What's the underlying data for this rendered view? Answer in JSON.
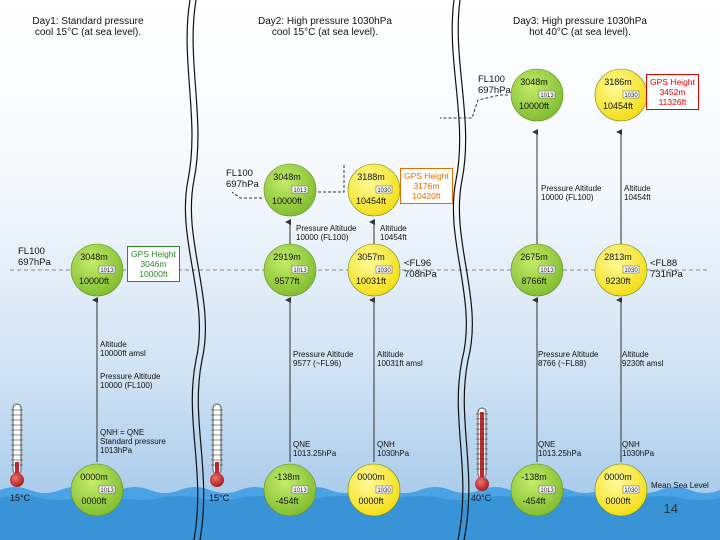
{
  "panels": [
    {
      "title_line1": "Day1: Standard pressure",
      "title_line2": "cool 15°C (at sea level)."
    },
    {
      "title_line1": "Day2: High pressure 1030hPa",
      "title_line2": "cool 15°C (at sea level)."
    },
    {
      "title_line1": "Day3: High pressure 1030hPa",
      "title_line2": "hot 40°C (at sea level)."
    }
  ],
  "circles": [
    {
      "top": "3048m",
      "mid": "1013",
      "bottom": "10000ft",
      "color": "green"
    },
    {
      "top": "0000m",
      "mid": "1013",
      "bottom": "0000ft",
      "color": "green"
    },
    {
      "top": "3048m",
      "mid": "1013",
      "bottom": "10000ft",
      "color": "green"
    },
    {
      "top": "2919m",
      "mid": "1013",
      "bottom": "9577ft",
      "color": "green"
    },
    {
      "top": "-138m",
      "mid": "1013",
      "bottom": "-454ft",
      "color": "green"
    },
    {
      "top": "3188m",
      "mid": "1030",
      "bottom": "10454ft",
      "color": "yellow"
    },
    {
      "top": "3057m",
      "mid": "1030",
      "bottom": "10031ft",
      "color": "yellow"
    },
    {
      "top": "0000m",
      "mid": "1030",
      "bottom": "0000ft",
      "color": "yellow"
    },
    {
      "top": "3048m",
      "mid": "1013",
      "bottom": "10000ft",
      "color": "green"
    },
    {
      "top": "2675m",
      "mid": "1013",
      "bottom": "8766ft",
      "color": "green"
    },
    {
      "top": "-138m",
      "mid": "1013",
      "bottom": "-454ft",
      "color": "green"
    },
    {
      "top": "3186m",
      "mid": "1030",
      "bottom": "10454ft",
      "color": "yellow"
    },
    {
      "top": "2813m",
      "mid": "1030",
      "bottom": "9230ft",
      "color": "yellow"
    },
    {
      "top": "0000m",
      "mid": "1030",
      "bottom": "0000ft",
      "color": "yellow"
    }
  ],
  "fl_labels": {
    "d1": {
      "l1": "FL100",
      "l2": "697hPa"
    },
    "d2": {
      "l1": "FL100",
      "l2": "697hPa"
    },
    "d3": {
      "l1": "FL100",
      "l2": "697hPa"
    },
    "fl96": {
      "l1": "<FL96",
      "l2": "708hPa"
    },
    "fl88": {
      "l1": "<FL88",
      "l2": "731hPa"
    }
  },
  "gps_boxes": {
    "d1": {
      "l1": "GPS Height",
      "l2": "3046m",
      "l3": "10000ft"
    },
    "d2": {
      "l1": "GPS Height",
      "l2": "3176m",
      "l3": "10420ft"
    },
    "d3": {
      "l1": "GPS Height",
      "l2": "3452m",
      "l3": "11326ft"
    }
  },
  "annotations": {
    "d1_altitude": [
      "Altitude",
      "10000ft amsl"
    ],
    "d1_pressure_alt": [
      "Pressure Altitude",
      "10000 (FL100)"
    ],
    "d1_qnh": [
      "QNH = QNE",
      "Standard pressure",
      "1013hPa"
    ],
    "d2_pressure_alt_top": [
      "Pressure Altitude",
      "10000 (FL100)"
    ],
    "d2_altitude_top": [
      "Altitude",
      "10454ft"
    ],
    "d2_pressure_alt": [
      "Pressure Altitude",
      "9577 (~FL96)"
    ],
    "d2_altitude": [
      "Altitude",
      "10031ft amsl"
    ],
    "d2_qne": [
      "QNE",
      "1013.25hPa"
    ],
    "d2_qnh": [
      "QNH",
      "1030hPa"
    ],
    "d3_pressure_alt_top": [
      "Pressure Altitude",
      "10000 (FL100)"
    ],
    "d3_altitude_top": [
      "Altitude",
      "10454ft"
    ],
    "d3_pressure_alt": [
      "Pressure Altitude",
      "8766 (~FL88)"
    ],
    "d3_altitude": [
      "Altitude",
      "9230ft amsl"
    ],
    "d3_qne": [
      "QNE",
      "1013.25hPa"
    ],
    "d3_qnh": [
      "QNH",
      "1030hPa"
    ]
  },
  "temperatures": [
    "15°C",
    "15°C",
    "40°C"
  ],
  "mean_sea_level": "Mean Sea Level",
  "page_number": "14",
  "colors": {
    "green_fill": "#8cc63f",
    "yellow_fill": "#ffef1e",
    "thermometer_red": "#c0282c",
    "water": "#3f9be0"
  }
}
